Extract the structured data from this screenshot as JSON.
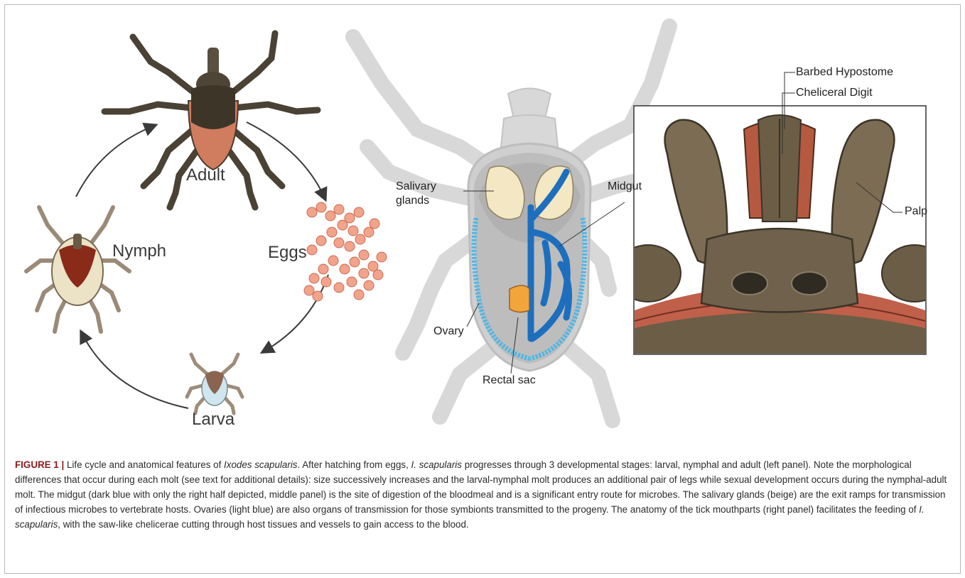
{
  "figure": {
    "lifecycle_labels": {
      "adult": "Adult",
      "eggs": "Eggs",
      "nymph": "Nymph",
      "larva": "Larva"
    },
    "anatomy_labels": {
      "salivary_glands_line1": "Salivary",
      "salivary_glands_line2": "glands",
      "midgut": "Midgut",
      "ovary": "Ovary",
      "rectal_sac": "Rectal sac"
    },
    "mouthpart_labels": {
      "barbed_hypostome": "Barbed Hypostome",
      "cheliceral_digit": "Cheliceral Digit",
      "palp": "Palp"
    }
  },
  "caption": {
    "figure_number": "FIGURE 1 |",
    "seg1": " Life cycle and anatomical features of ",
    "species1": "Ixodes scapularis",
    "seg2": ". After hatching from eggs, ",
    "species2": "I. scapularis",
    "seg3": " progresses through 3 developmental stages: larval, nymphal and adult (left panel). Note the morphological differences that occur during each molt (see text for additional details): size successively increases and the larval-nymphal molt produces an additional pair of legs while sexual development occurs during the nymphal-adult molt. The midgut (dark blue with only the right half depicted, middle panel) is the site of digestion of the bloodmeal and is a significant entry route for microbes. The salivary glands (beige) are the exit ramps for transmission of infectious microbes to vertebrate hosts. Ovaries (light blue) are also organs of transmission for those symbionts transmitted to the progeny. The anatomy of the tick mouthparts (right panel) facilitates the feeding of ",
    "species3": "I. scapularis",
    "seg4": ", with the saw-like chelicerae cutting through host tissues and vessels to gain access to the blood."
  }
}
